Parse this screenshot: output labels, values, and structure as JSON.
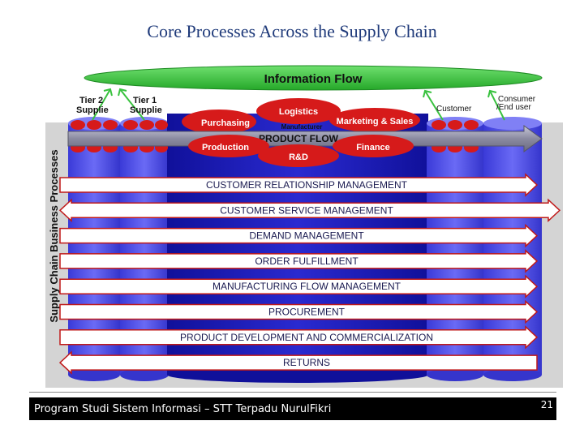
{
  "slide": {
    "title": "Core Processes Across the Supply Chain",
    "footer": "Program Studi Sistem Informasi – STT Terpadu NurulFikri",
    "page_number": "21"
  },
  "diagram": {
    "info_flow": "Information Flow",
    "product_flow": "PRODUCT FLOW",
    "vertical_label": "Supply Chain Business Processes",
    "column_labels": {
      "tier2": [
        "Tier 2",
        "Supplie"
      ],
      "tier1": [
        "Tier 1",
        "Supplie"
      ],
      "customer": "Customer",
      "consumer": [
        "Consumer",
        "/End user"
      ]
    },
    "functions": {
      "logistics": "Logistics",
      "manufacturer": "Manufacturer",
      "purchasing": "Purchasing",
      "marketing": "Marketing & Sales",
      "production": "Production",
      "finance": "Finance",
      "rnd": "R&D"
    },
    "processes": [
      {
        "label": "CUSTOMER RELATIONSHIP MANAGEMENT",
        "direction": "right"
      },
      {
        "label": "CUSTOMER SERVICE MANAGEMENT",
        "direction": "both"
      },
      {
        "label": "DEMAND MANAGEMENT",
        "direction": "right"
      },
      {
        "label": "ORDER FULFILLMENT",
        "direction": "right"
      },
      {
        "label": "MANUFACTURING FLOW MANAGEMENT",
        "direction": "right"
      },
      {
        "label": "PROCUREMENT",
        "direction": "right"
      },
      {
        "label": "PRODUCT DEVELOPMENT AND COMMERCIALIZATION",
        "direction": "right"
      },
      {
        "label": "RETURNS",
        "direction": "left"
      }
    ],
    "colors": {
      "green": "#39c23f",
      "red": "#d61a1a",
      "blue": "#5555ee",
      "dark_blue": "#1a1ab0",
      "title": "#1f3a7a"
    }
  }
}
